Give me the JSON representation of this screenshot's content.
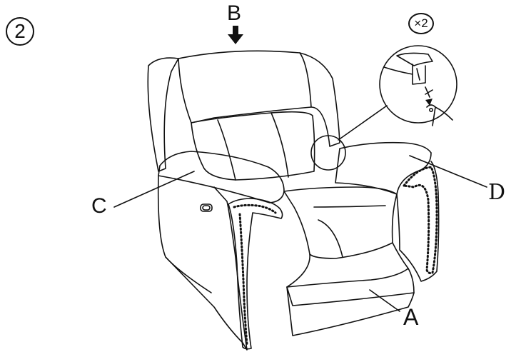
{
  "step_number": "2",
  "labels": {
    "a": "A",
    "b": "B",
    "c": "C",
    "d": "D"
  },
  "detail": {
    "quantity": "×2"
  },
  "colors": {
    "line": "#111111",
    "background": "#ffffff"
  }
}
